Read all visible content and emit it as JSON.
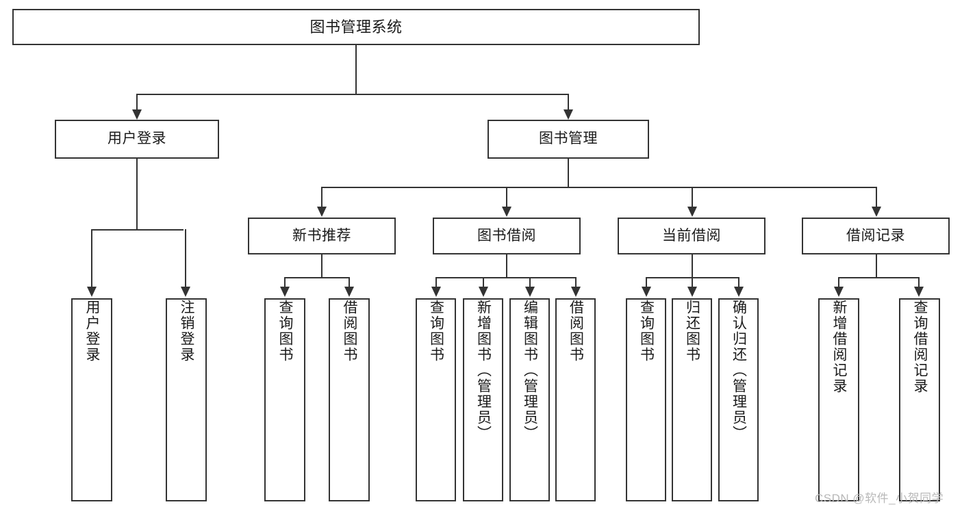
{
  "diagram": {
    "type": "hierarchy-tree",
    "title": "图书管理系统",
    "root": {
      "label": "图书管理系统"
    },
    "level1": [
      {
        "id": "user-login",
        "label": "用户登录"
      },
      {
        "id": "book-management",
        "label": "图书管理"
      }
    ],
    "level2": [
      {
        "id": "new-book-recommend",
        "label": "新书推荐",
        "parent": "book-management"
      },
      {
        "id": "book-borrow",
        "label": "图书借阅",
        "parent": "book-management"
      },
      {
        "id": "current-borrow",
        "label": "当前借阅",
        "parent": "book-management"
      },
      {
        "id": "borrow-record",
        "label": "借阅记录",
        "parent": "book-management"
      }
    ],
    "leaves": {
      "user_login": [
        {
          "id": "leaf-user-login",
          "label": "用户登录"
        },
        {
          "id": "leaf-user-logout",
          "label": "注销登录"
        }
      ],
      "new_book_recommend": [
        {
          "id": "leaf-query-book-1",
          "label": "查询图书"
        },
        {
          "id": "leaf-borrow-book-1",
          "label": "借阅图书"
        }
      ],
      "book_borrow": [
        {
          "id": "leaf-query-book-2",
          "label": "查询图书"
        },
        {
          "id": "leaf-add-book",
          "label": "新增图书（管理员）"
        },
        {
          "id": "leaf-edit-book",
          "label": "编辑图书（管理员）"
        },
        {
          "id": "leaf-borrow-book-2",
          "label": "借阅图书"
        }
      ],
      "current_borrow": [
        {
          "id": "leaf-query-book-3",
          "label": "查询图书"
        },
        {
          "id": "leaf-return-book",
          "label": "归还图书"
        },
        {
          "id": "leaf-confirm-return",
          "label": "确认归还（管理员）"
        }
      ],
      "borrow_record": [
        {
          "id": "leaf-add-record",
          "label": "新增借阅记录"
        },
        {
          "id": "leaf-query-record",
          "label": "查询借阅记录"
        }
      ]
    }
  },
  "watermark": {
    "text": "CSDN @软件_小贺同学"
  },
  "colors": {
    "stroke": "#333333",
    "fill": "#ffffff",
    "text": "#1a1a1a",
    "watermark": "#b8b8b8"
  }
}
